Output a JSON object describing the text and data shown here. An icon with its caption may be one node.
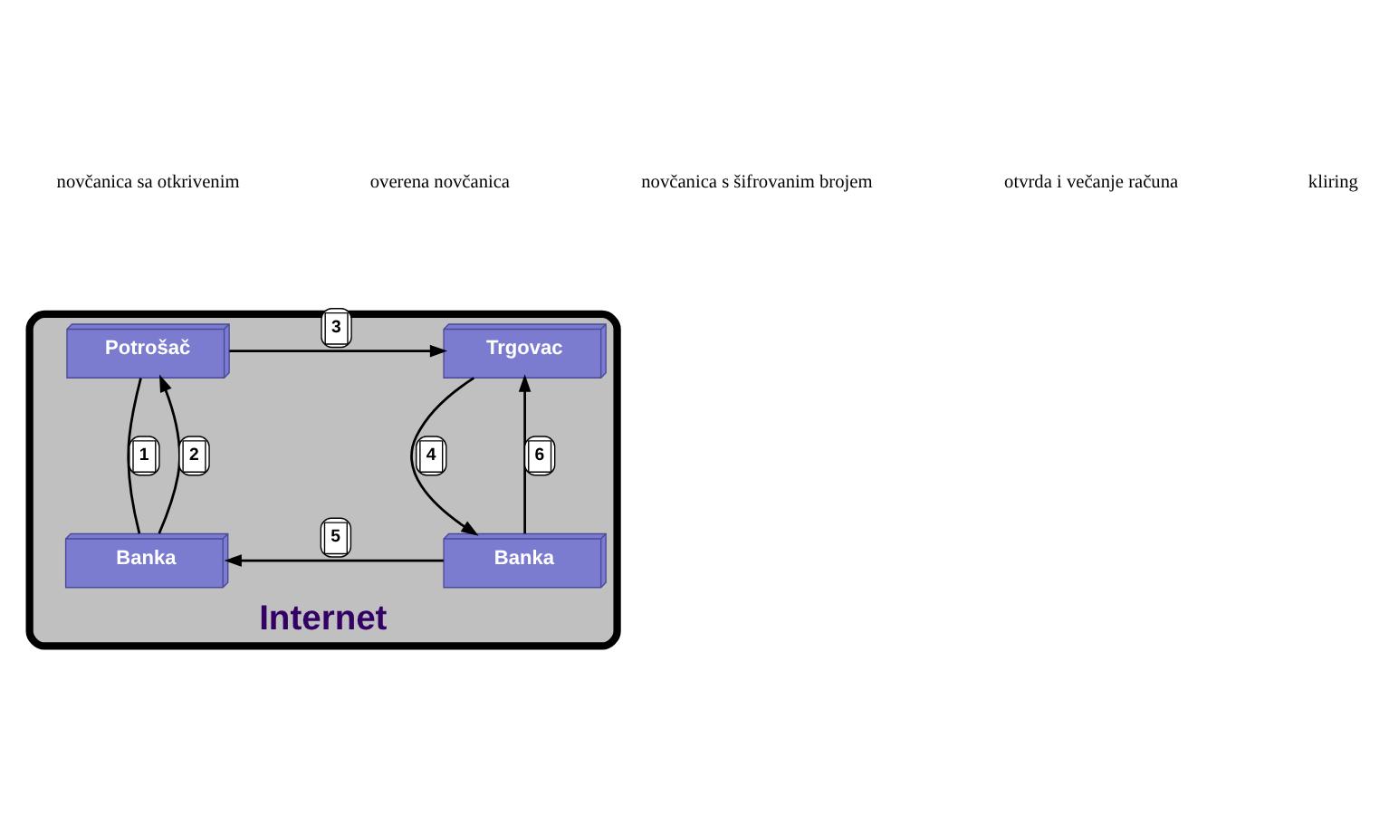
{
  "diagram": {
    "nodes": [
      {
        "text": [
          "Internet"
        ]
      },
      {
        "text": [
          "Potrošač"
        ],
        "in": 0
      },
      {
        "text": [
          "Trgovac"
        ],
        "in": 0
      },
      {
        "text": [
          "Banka"
        ],
        "in": 0
      },
      {
        "text": [
          "Banka"
        ],
        "in": 0
      }
    ],
    "edges": [
      {
        "from": 1,
        "to": 3,
        "arrow": "none",
        "label": "1"
      },
      {
        "from": 3,
        "to": 1,
        "arrow": "to",
        "label": "2"
      },
      {
        "from": 1,
        "to": 2,
        "arrow": "to",
        "label": "3"
      },
      {
        "from": 2,
        "to": 4,
        "arrow": "to",
        "label": "4"
      },
      {
        "from": 4,
        "to": 3,
        "arrow": "to",
        "label": "5"
      },
      {
        "from": 4,
        "to": 2,
        "arrow": "to",
        "label": "6"
      }
    ],
    "labels": [
      "novčanica sa otkrivenim",
      "overena novčanica",
      "novčanica s šifrovanim brojem",
      "otvrda i večanje računa",
      "kliring"
    ]
  }
}
